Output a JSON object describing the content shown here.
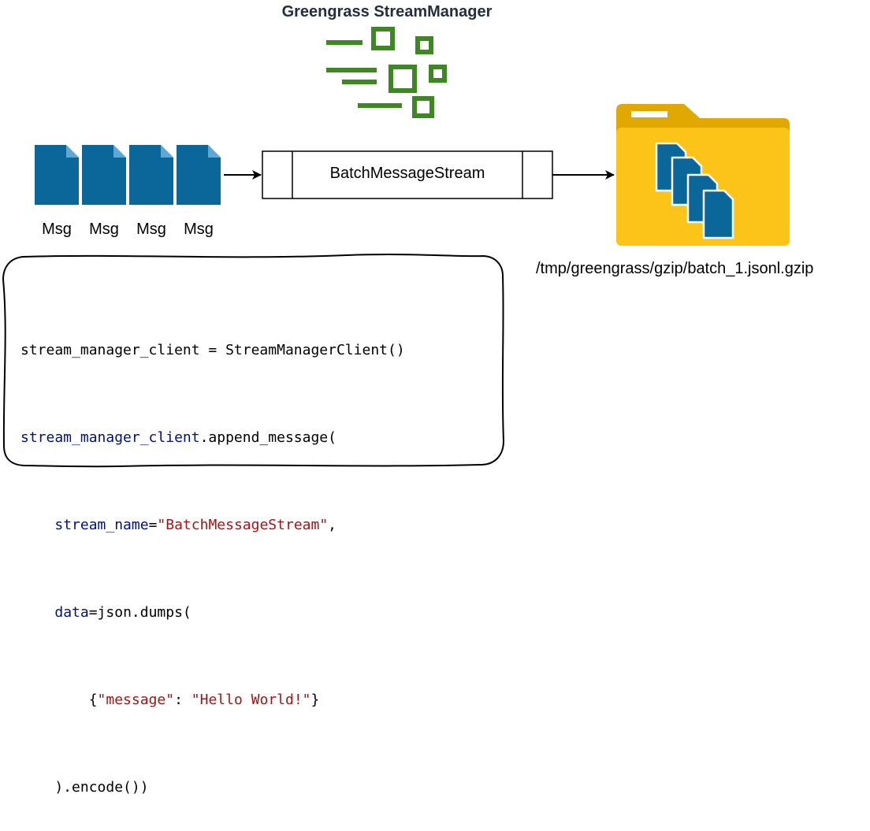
{
  "title": "Greengrass StreamManager",
  "messages": [
    "Msg",
    "Msg",
    "Msg",
    "Msg"
  ],
  "stream": {
    "name": "BatchMessageStream"
  },
  "output": {
    "path": "/tmp/greengrass/gzip/batch_1.jsonl.gzip"
  },
  "code": {
    "line1": {
      "plain": "stream_manager_client = StreamManagerClient()"
    },
    "line2": {
      "var": "stream_manager_client",
      "rest": ".append_message("
    },
    "line3": {
      "indent": "    ",
      "key": "stream_name",
      "eq": "=",
      "str": "\"BatchMessageStream\"",
      "end": ","
    },
    "line4": {
      "indent": "    ",
      "key": "data",
      "rest": "=json.dumps("
    },
    "line5": {
      "indent": "        ",
      "open": "{",
      "key": "\"message\"",
      "colon": ": ",
      "val": "\"Hello World!\"",
      "close": "}"
    },
    "line6": {
      "plain": "    ).encode())"
    }
  },
  "colors": {
    "icon_blue": "#0b6699",
    "stream_manager_green": "#3f8624",
    "folder_yellow": "#fcc419",
    "folder_dark": "#e0a800",
    "title_text": "#232f3e"
  },
  "icons": {
    "message": "document-icon",
    "stream_manager": "stream-manager-icon",
    "folder": "folder-icon"
  }
}
